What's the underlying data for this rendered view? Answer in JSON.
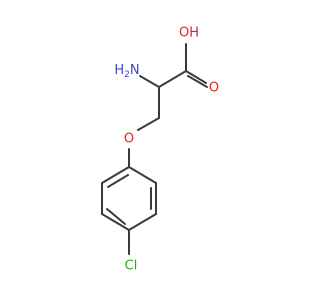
{
  "molecule": {
    "atoms": {
      "oh": {
        "text": "OH",
        "color": "#e8201a"
      },
      "carbonyl_o": {
        "text": "O",
        "color": "#e8201a"
      },
      "ether_o": {
        "text": "O",
        "color": "#e8201a"
      },
      "amine": {
        "text": "H",
        "sub": "2",
        "after": "N",
        "color": "#3b48d0"
      },
      "chlorine": {
        "text": "Cl",
        "color": "#1ab81a"
      }
    },
    "bond_color": "#3b3b3b"
  }
}
